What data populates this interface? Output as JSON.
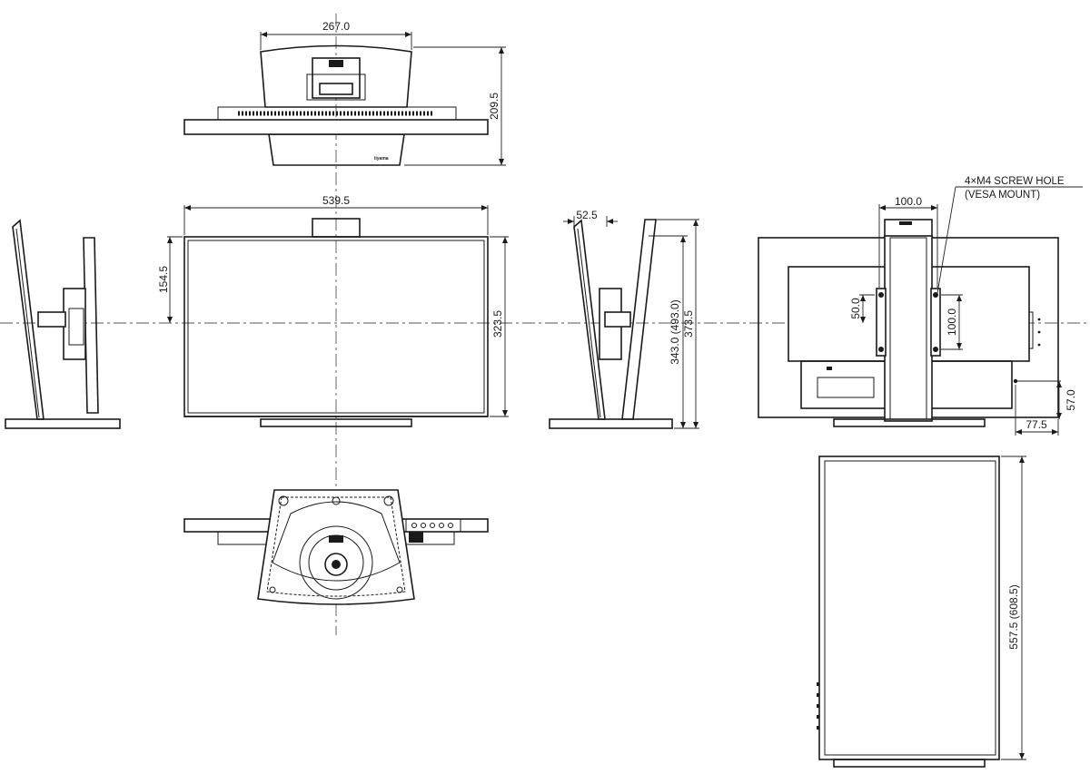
{
  "dimensions": {
    "top_width": "267.0",
    "top_depth": "209.5",
    "front_width": "539.5",
    "front_top_offset": "154.5",
    "front_height": "323.5",
    "side_offset": "52.5",
    "side_height_range": "343.0 (493.0)",
    "side_height_max": "373.5",
    "vesa_width": "100.0",
    "vesa_half": "50.0",
    "vesa_height": "100.0",
    "port_offset_x": "77.5",
    "port_offset_y": "57.0",
    "pivot_height": "557.5 (608.5)"
  },
  "notes": {
    "screw_line1": "4×M4 SCREW HOLE",
    "screw_line2": "(VESA MOUNT)"
  },
  "brand_marks": {
    "logo": "iiyama"
  }
}
